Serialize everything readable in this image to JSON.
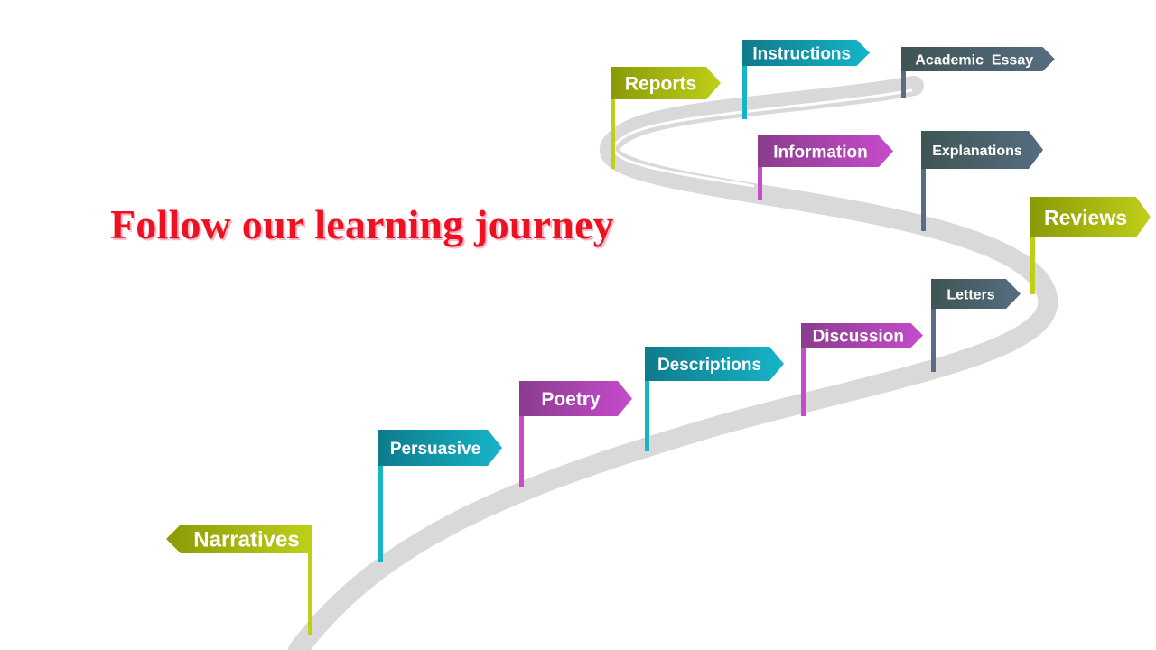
{
  "title": "Follow our learning journey",
  "colors": {
    "title": "#ee1122",
    "road": "#d9d9d9",
    "green": [
      "#8a9a08",
      "#bfcf18"
    ],
    "teal": [
      "#0e7b8c",
      "#17b4c8"
    ],
    "purple": [
      "#8a3d8e",
      "#c64bcb"
    ],
    "slate": [
      "#3e5553",
      "#566d82"
    ]
  },
  "milestones": [
    {
      "label": "Narratives",
      "theme": "green"
    },
    {
      "label": "Persuasive",
      "theme": "teal"
    },
    {
      "label": "Poetry",
      "theme": "purple"
    },
    {
      "label": "Descriptions",
      "theme": "teal"
    },
    {
      "label": "Discussion",
      "theme": "purple"
    },
    {
      "label": "Letters",
      "theme": "slate"
    },
    {
      "label": "Reviews",
      "theme": "green"
    },
    {
      "label": "Explanations",
      "theme": "slate"
    },
    {
      "label": "Information",
      "theme": "purple"
    },
    {
      "label": "Reports",
      "theme": "green"
    },
    {
      "label": "Instructions",
      "theme": "teal"
    },
    {
      "label": "Academic  Essay",
      "theme": "slate"
    }
  ]
}
